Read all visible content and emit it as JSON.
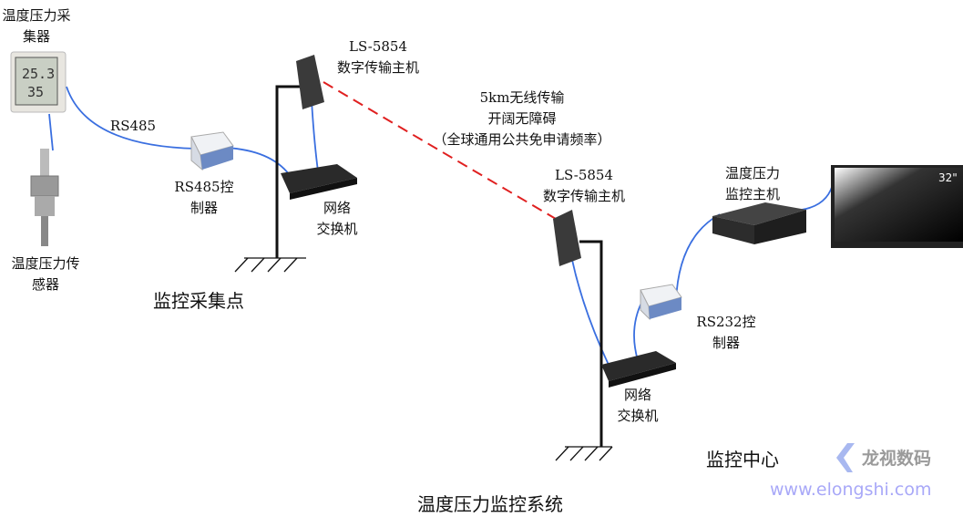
{
  "title": "温度压力监控系统",
  "collection_site": {
    "label": "监控采集点",
    "collector": {
      "label_line1": "温度压力采",
      "label_line2": "集器",
      "display_temp": "25.3",
      "display_hum": "35"
    },
    "sensor": {
      "label_line1": "温度压力传",
      "label_line2": "感器"
    },
    "rs485_link": "RS485",
    "controller": {
      "label_line1": "RS485控",
      "label_line2": "制器"
    },
    "transmitter": {
      "label_line1": "LS-5854",
      "label_line2": "数字传输主机"
    },
    "switch": {
      "label_line1": "网络",
      "label_line2": "交换机"
    }
  },
  "wireless": {
    "line1": "5km无线传输",
    "line2": "开阔无障碍",
    "line3": "（全球通用公共免申请频率）",
    "color": "#e02020"
  },
  "monitoring_center": {
    "label": "监控中心",
    "transmitter": {
      "label_line1": "LS-5854",
      "label_line2": "数字传输主机"
    },
    "switch": {
      "label_line1": "网络",
      "label_line2": "交换机"
    },
    "controller": {
      "label_line1": "RS232控",
      "label_line2": "制器"
    },
    "host": {
      "label_line1": "温度压力",
      "label_line2": "监控主机"
    },
    "monitor": {
      "size": "32\""
    }
  },
  "watermark": {
    "brand": "龙视数码",
    "url": "www.elongshi.com"
  },
  "colors": {
    "cable": "#3a6fe0",
    "pole": "#111111"
  }
}
